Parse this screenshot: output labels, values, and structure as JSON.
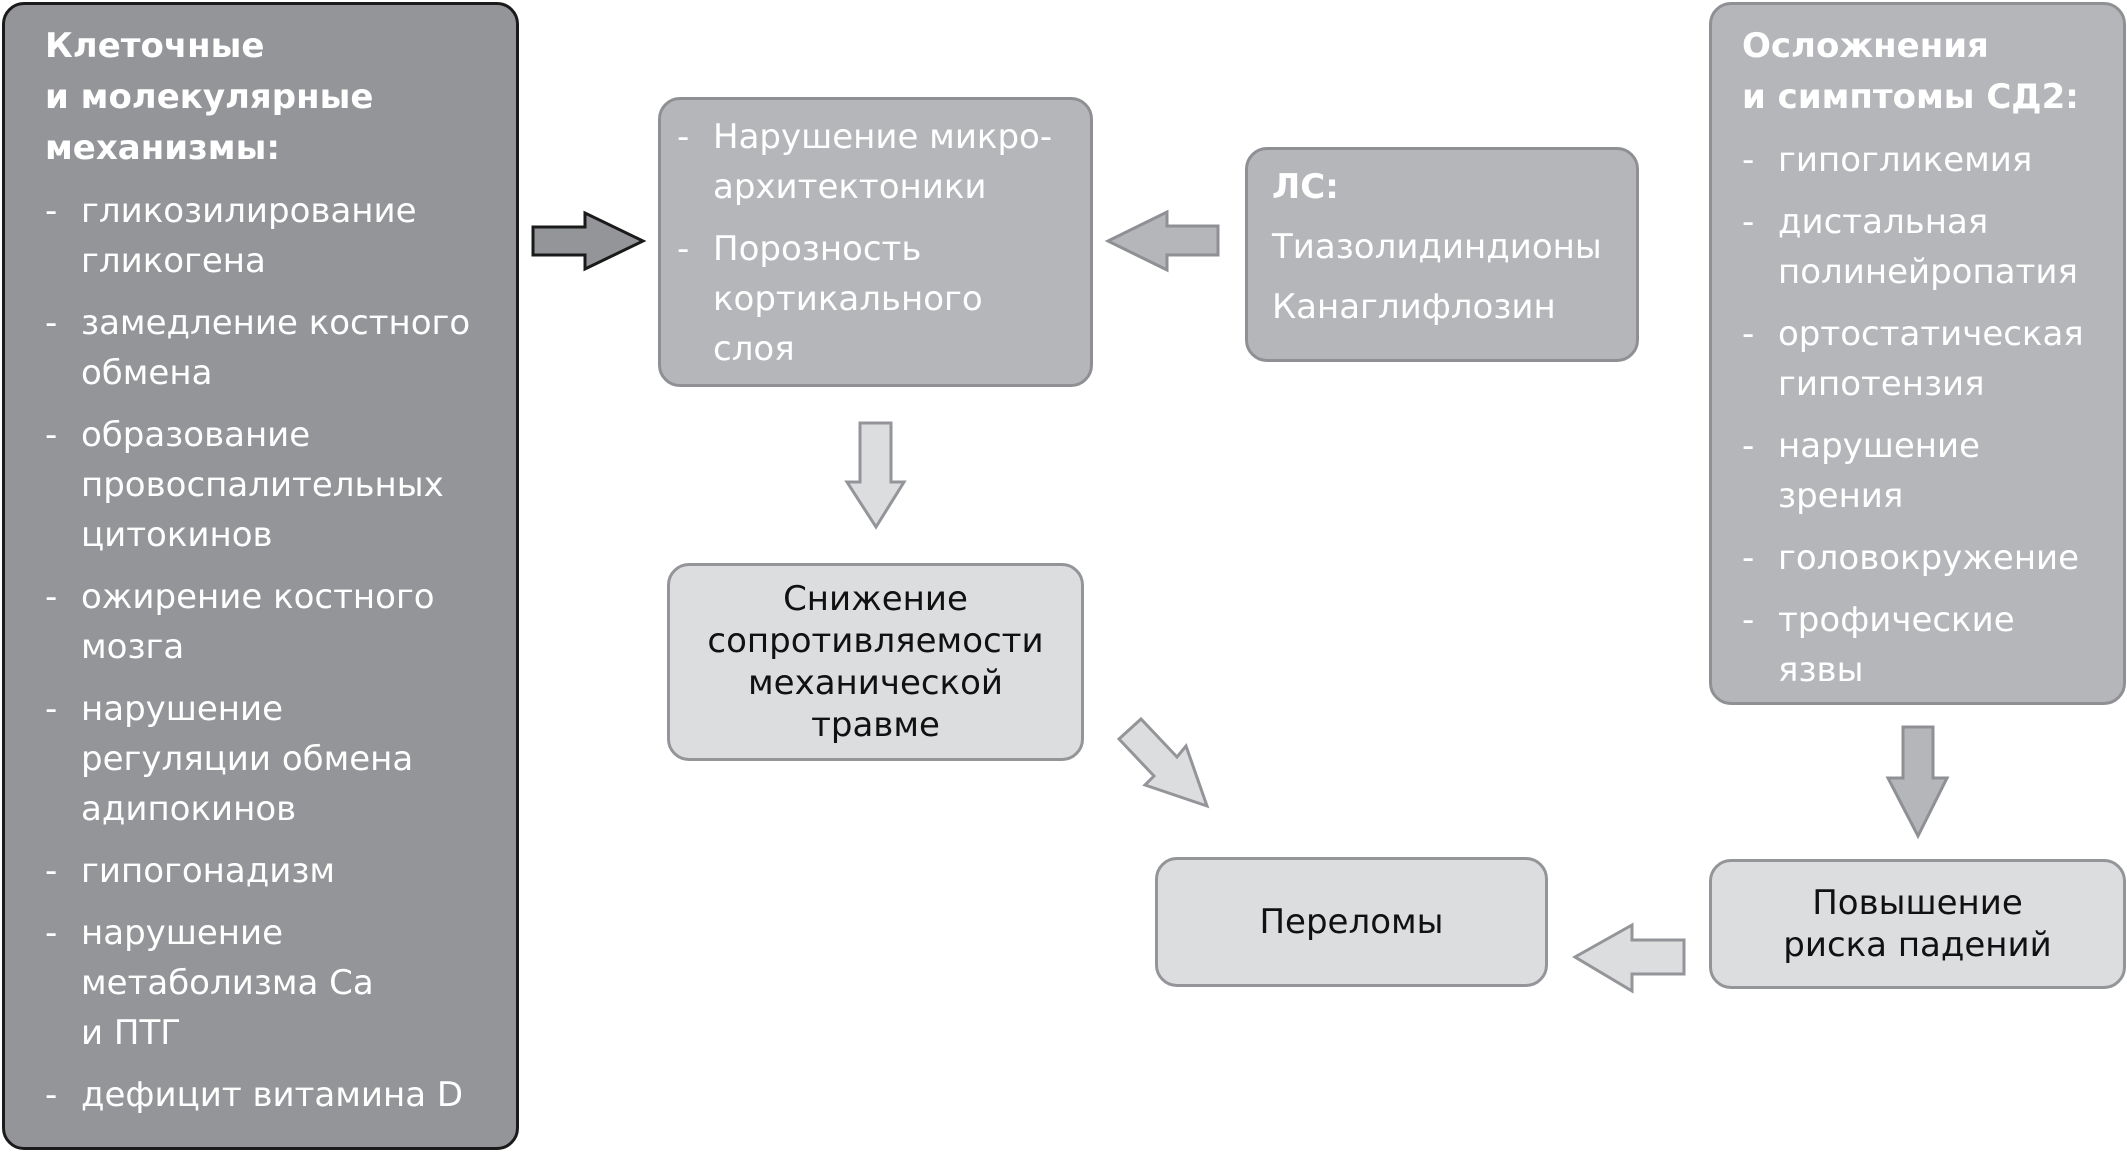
{
  "colors": {
    "dark_box": "#939598",
    "mid_box": "#b5b6b9",
    "light_box": "#dcdddf",
    "dark_border": "#1a1a1a",
    "mid_border": "#8e9093",
    "light_border": "#939598"
  },
  "mechanisms": {
    "title_lines": [
      "Клеточные",
      "и молекулярные",
      "механизмы:"
    ],
    "items": [
      "гликозилирование гликогена",
      "замедление костного обмена",
      "образование провоспалительных цитокинов",
      "ожирение костного мозга",
      "нарушение регуляции обмена адипокинов",
      "гипогонадизм",
      "нарушение метаболизма Ca и ПТГ",
      "дефицит витамина D"
    ],
    "item_lines": [
      [
        "гликозилирование",
        "гликогена"
      ],
      [
        "замедление костного",
        "обмена"
      ],
      [
        "образование",
        "провоспалительных",
        "цитокинов"
      ],
      [
        "ожирение костного",
        "мозга"
      ],
      [
        "нарушение",
        "регуляции обмена",
        "адипокинов"
      ],
      [
        "гипогонадизм"
      ],
      [
        "нарушение",
        "метаболизма Ca",
        "и ПТГ"
      ],
      [
        "дефицит витамина D"
      ]
    ],
    "dash": "-"
  },
  "bone_changes": {
    "item_lines": [
      [
        "Нарушение микро-",
        "архитектоники"
      ],
      [
        "Порозность",
        "кортикального",
        "слоя"
      ]
    ],
    "dash": "-"
  },
  "drugs": {
    "title": "ЛС:",
    "items": [
      "Тиазолидиндионы",
      "Канаглифлозин"
    ]
  },
  "complications": {
    "title_lines": [
      "Осложнения",
      "и симптомы СД2:"
    ],
    "item_lines": [
      [
        "гипогликемия"
      ],
      [
        "дистальная",
        "полинейропатия"
      ],
      [
        "ортостатическая",
        "гипотензия"
      ],
      [
        "нарушение",
        "зрения"
      ],
      [
        "головокружение"
      ],
      [
        "трофические",
        "язвы"
      ]
    ],
    "dash": "-"
  },
  "resistance": {
    "lines": [
      "Снижение",
      "сопротивляемости",
      "механической",
      "травме"
    ]
  },
  "fractures": {
    "label": "Переломы"
  },
  "falls_risk": {
    "lines": [
      "Повышение",
      "риска падений"
    ]
  }
}
